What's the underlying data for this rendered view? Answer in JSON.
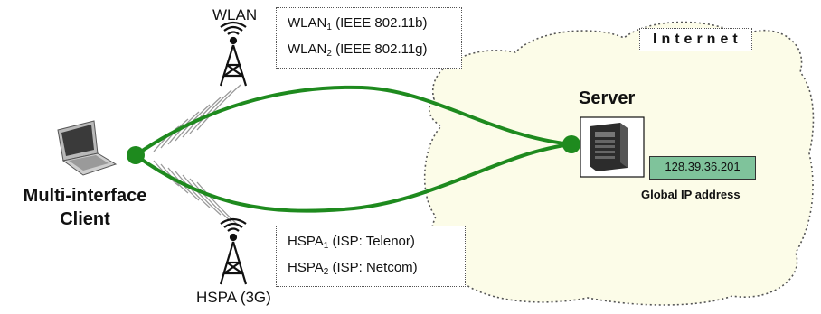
{
  "wlan": {
    "tower_label": "WLAN",
    "networks": [
      {
        "name": "WLAN",
        "sub": "1",
        "detail": " (IEEE 802.11b)"
      },
      {
        "name": "WLAN",
        "sub": "2",
        "detail": " (IEEE 802.11g)"
      }
    ]
  },
  "hspa": {
    "tower_label": "HSPA (3G)",
    "networks": [
      {
        "name": "HSPA",
        "sub": "1",
        "detail": " (ISP: Telenor)"
      },
      {
        "name": "HSPA",
        "sub": "2",
        "detail": " (ISP: Netcom)"
      }
    ]
  },
  "internet": {
    "label": "Internet"
  },
  "server": {
    "title": "Server",
    "ip": "128.39.36.201",
    "ip_caption": "Global IP address"
  },
  "client": {
    "title_line1": "Multi-interface",
    "title_line2": "Client"
  },
  "colors": {
    "link": "#1e8a1e",
    "cloud_fill": "#fcfce8",
    "ip_box": "#7fc39b"
  },
  "icons": [
    "laptop-icon",
    "wlan-tower-icon",
    "hspa-tower-icon",
    "server-icon"
  ]
}
